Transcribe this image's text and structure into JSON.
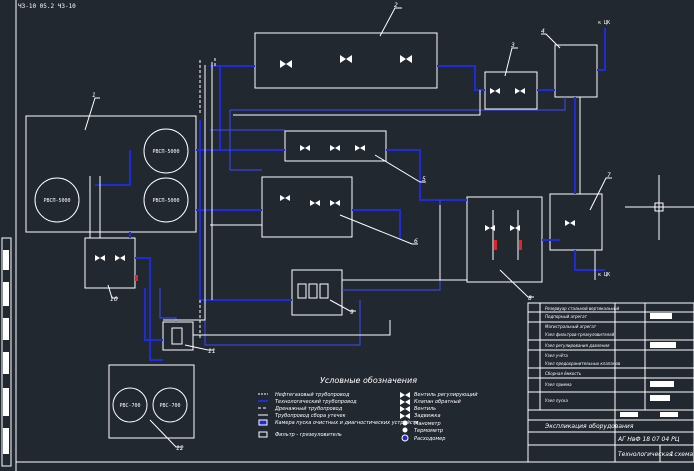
{
  "corner_label": "ЧЗ-10 05.2 ЧЗ-10",
  "callouts": [
    "1",
    "2",
    "3",
    "4",
    "5",
    "6",
    "7",
    "8",
    "9",
    "10",
    "11",
    "12"
  ],
  "tanks": [
    "РВСП-5000",
    "РВСП-5000",
    "РВСП-5000",
    "РВС-700",
    "РВС-700"
  ],
  "pipe_outlets": [
    "к ЦК",
    "к ЦК"
  ],
  "legend": {
    "title": "Условные обозначения",
    "left_items": [
      "Нефтегазовый трубопровод",
      "Технологический трубопровод",
      "Дренажный трубопровод",
      "Трубопровод сбора утечек",
      "Камера пуска очистных и диагностических устройств",
      "Фильтр - грязеуловитель"
    ],
    "right_items": [
      "Вентиль регулирующий",
      "Клапан обратный",
      "Вентиль",
      "Задвижка",
      "Манометр",
      "Термометр",
      "Расходомер"
    ]
  },
  "title_block": {
    "sheet_title": "Экспликация оборудования",
    "doc_number": "АГ НвФ 18 07 04 РЦ",
    "diagram_title": "Технологическая схема",
    "sheet_no": "1",
    "row_texts": [
      "Резервуар стальной вертикальный",
      "Подпорный агрегат",
      "Магистральный агрегат",
      "Узел фильтров-грязеуловителей",
      "Узел регулирования давления",
      "Узел учёта",
      "Узел предохранительных клапанов",
      "Сборная ёмкость",
      "Узел приема",
      "Узел пуска"
    ]
  },
  "colors": {
    "background": "#212830",
    "line_white": "#ffffff",
    "pipe_blue": "#1e2bd6",
    "pipe_blue_light": "#3a4cff"
  }
}
